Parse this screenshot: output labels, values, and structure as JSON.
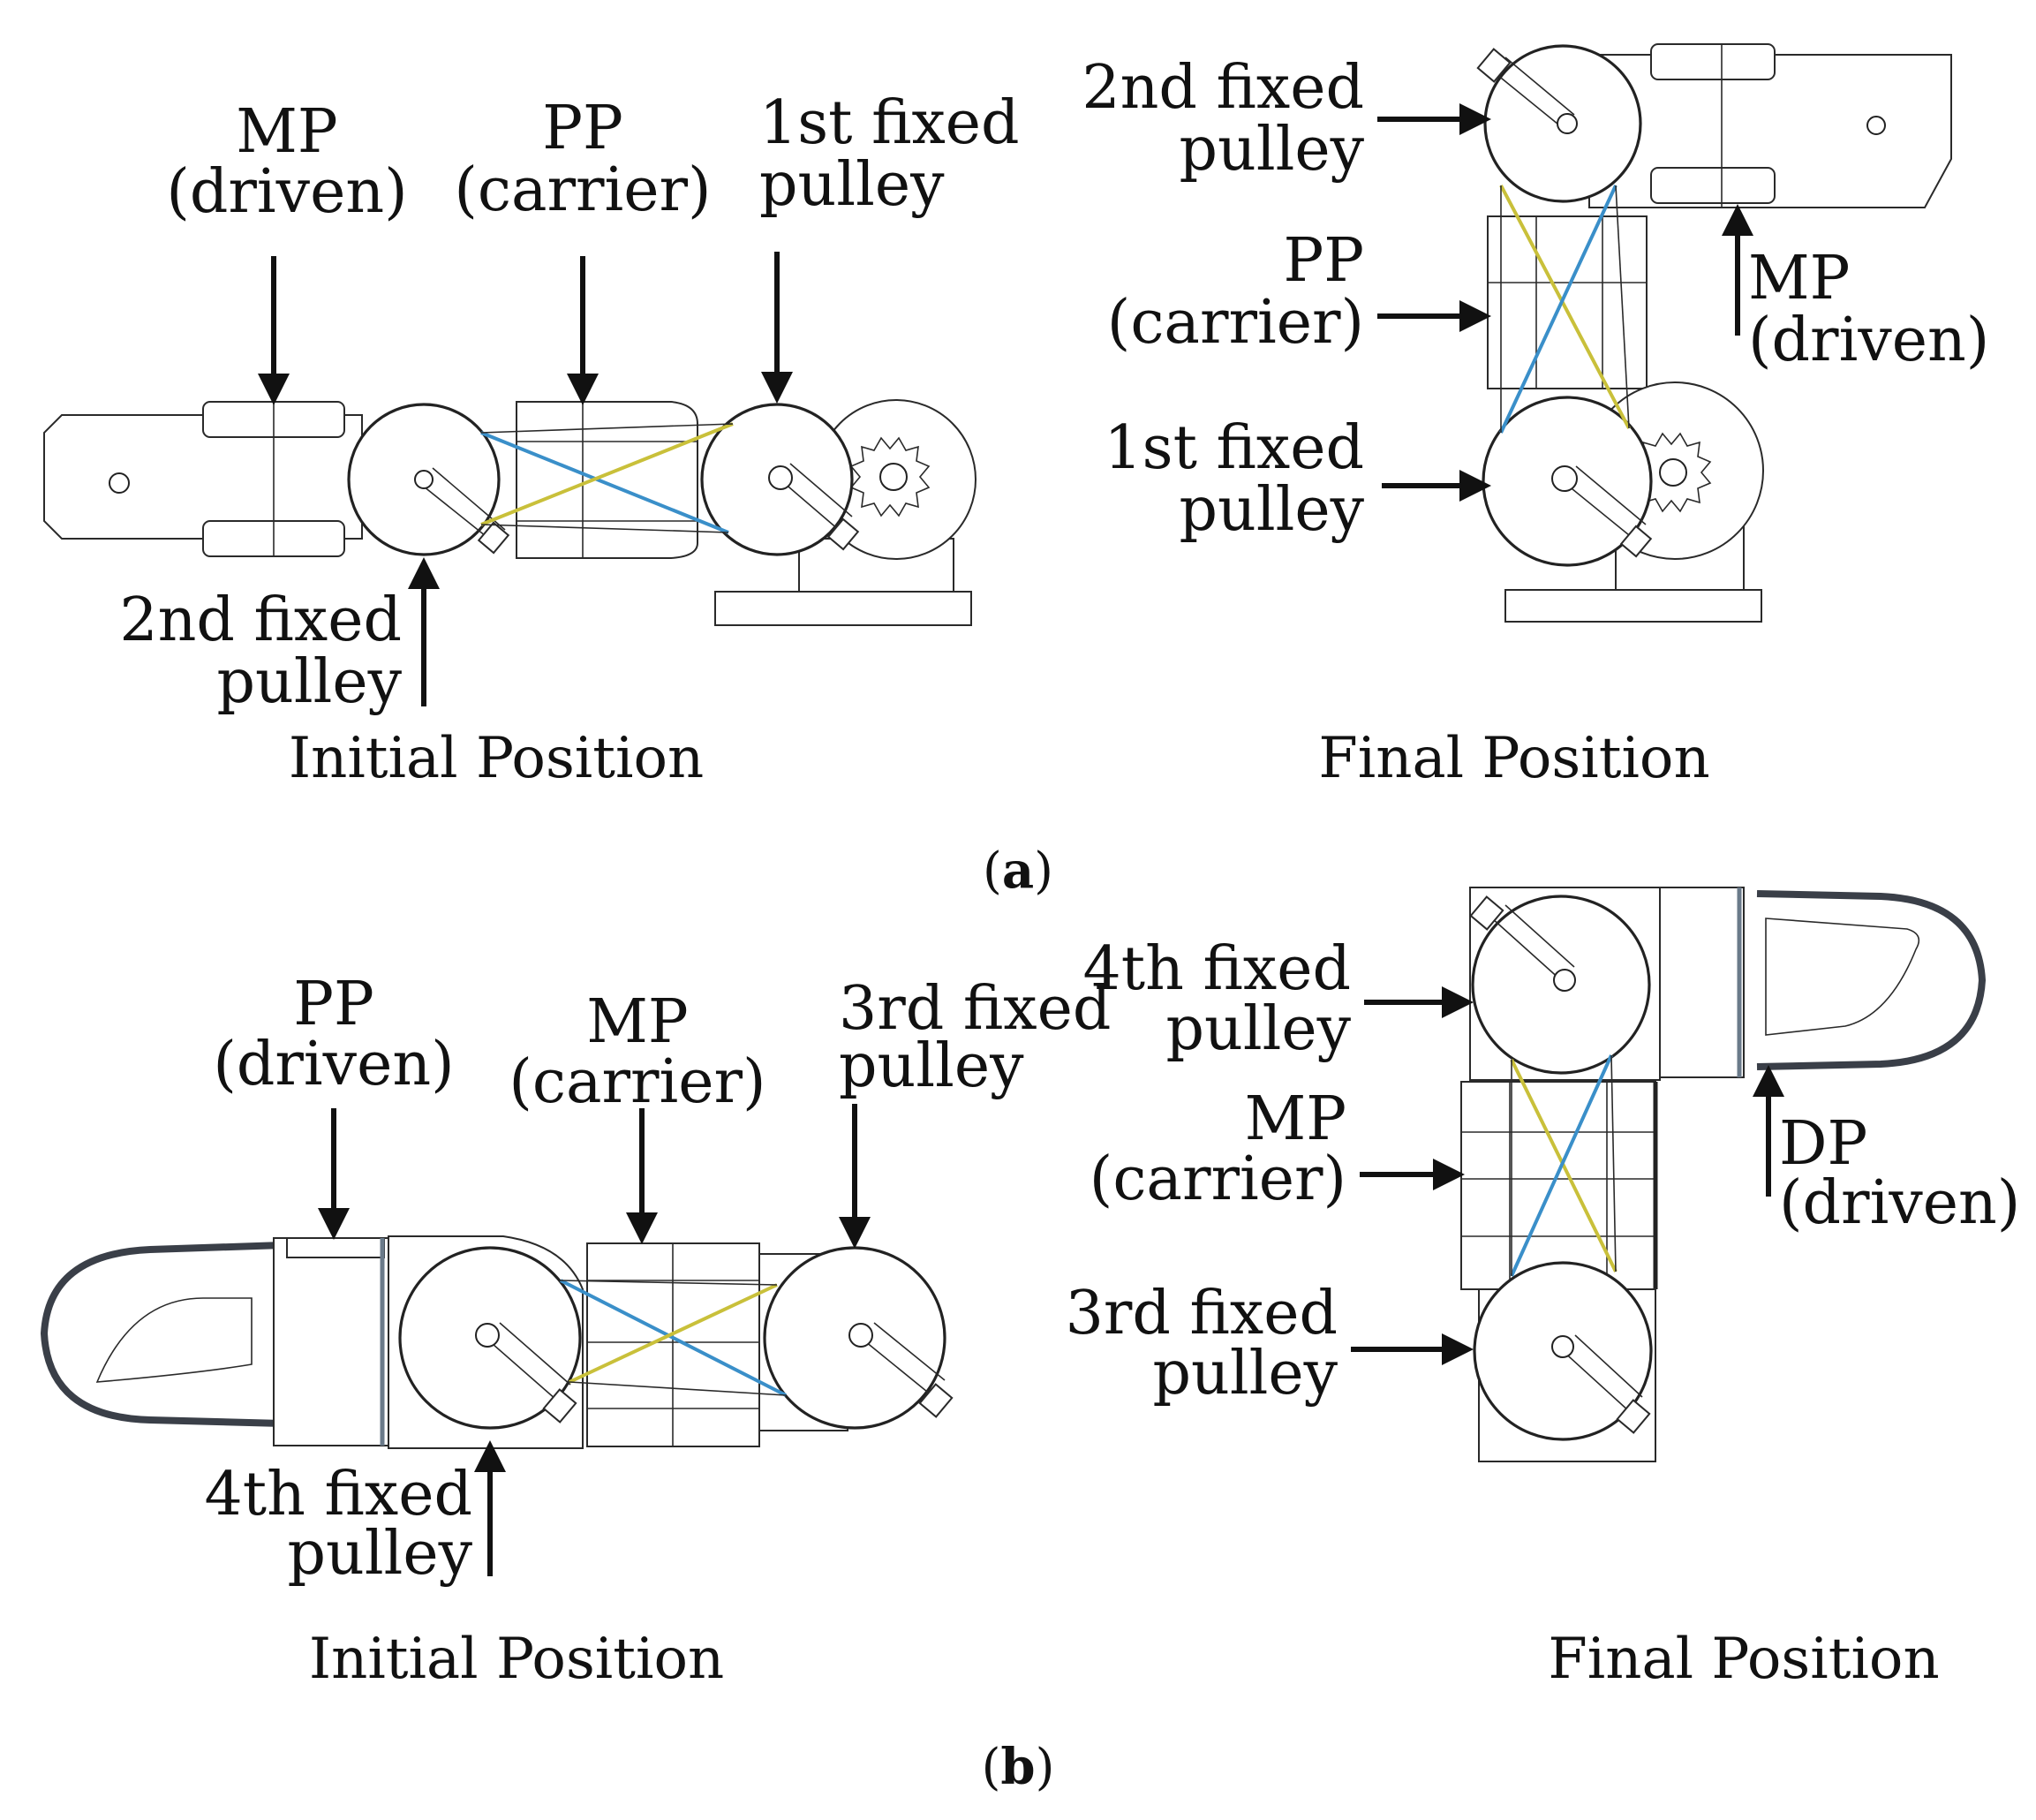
{
  "colors": {
    "cable_blue": "#3a8fc9",
    "cable_yellow": "#c9c03a",
    "arrow": "#111111"
  },
  "panel_a": {
    "label": "a",
    "initial": {
      "caption": "Initial Position",
      "mp_driven": [
        "MP",
        "(driven)"
      ],
      "pp_carrier": [
        "PP",
        "(carrier)"
      ],
      "fixed_pulley_1": [
        "1st fixed",
        "pulley"
      ],
      "fixed_pulley_2": [
        "2nd fixed",
        "pulley"
      ]
    },
    "final": {
      "caption": "Final Position",
      "fixed_pulley_2": [
        "2nd fixed",
        "pulley"
      ],
      "pp_carrier": [
        "PP",
        "(carrier)"
      ],
      "fixed_pulley_1": [
        "1st fixed",
        "pulley"
      ],
      "mp_driven": [
        "MP",
        "(driven)"
      ]
    }
  },
  "panel_b": {
    "label": "b",
    "initial": {
      "caption": "Initial Position",
      "pp_driven": [
        "PP",
        "(driven)"
      ],
      "mp_carrier": [
        "MP",
        "(carrier)"
      ],
      "fixed_pulley_3": [
        "3rd fixed",
        "pulley"
      ],
      "fixed_pulley_4": [
        "4th fixed",
        "pulley"
      ]
    },
    "final": {
      "caption": "Final Position",
      "fixed_pulley_4": [
        "4th fixed",
        "pulley"
      ],
      "mp_carrier": [
        "MP",
        "(carrier)"
      ],
      "fixed_pulley_3": [
        "3rd fixed",
        "pulley"
      ],
      "dp_driven": [
        "DP",
        "(driven)"
      ]
    }
  }
}
